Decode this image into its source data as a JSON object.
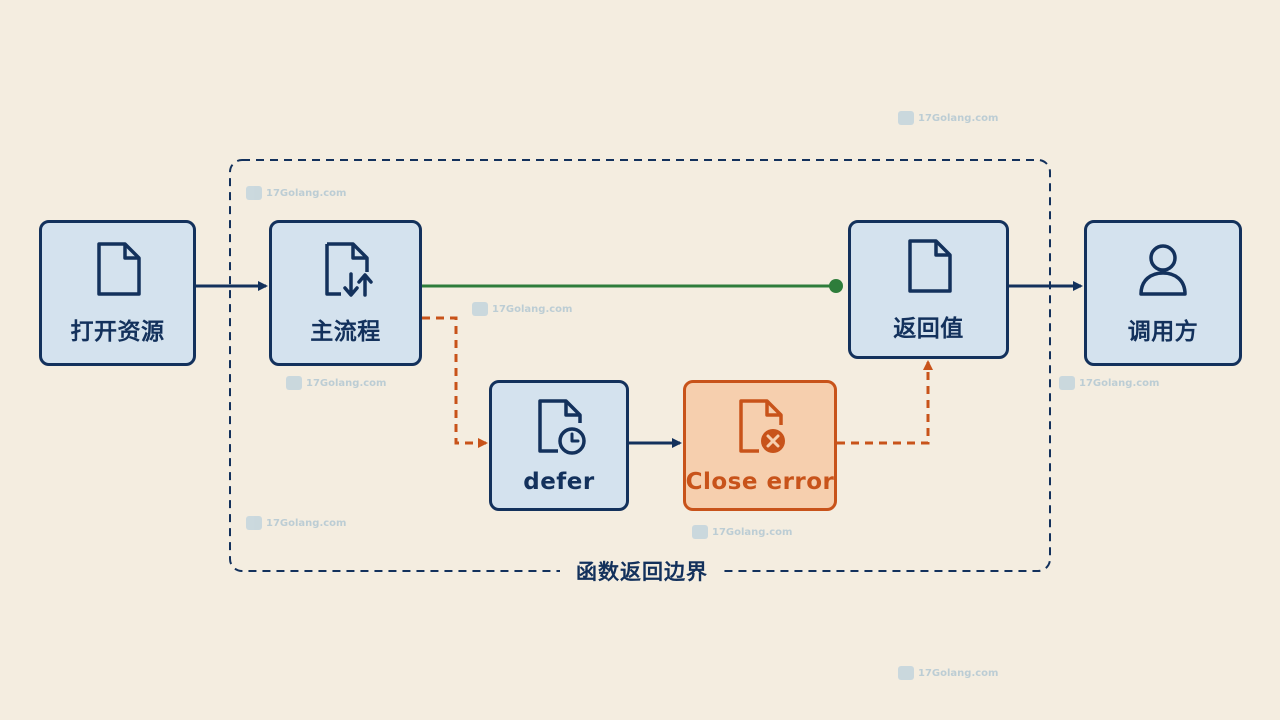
{
  "nodes": {
    "open": {
      "label": "打开资源",
      "icon": "document-icon"
    },
    "main": {
      "label": "主流程",
      "icon": "document-transfer-icon"
    },
    "ret": {
      "label": "返回值",
      "icon": "document-icon"
    },
    "caller": {
      "label": "调用方",
      "icon": "user-icon"
    },
    "defer": {
      "label": "defer",
      "icon": "document-clock-icon"
    },
    "close_error": {
      "label": "Close error",
      "icon": "document-error-icon"
    }
  },
  "boundary": {
    "label": "函数返回边界"
  },
  "watermark": {
    "text": "17Golang.com"
  },
  "colors": {
    "primary": "#13315c",
    "node_fill": "#d4e2ee",
    "error": "#c8531a",
    "error_fill": "#f6cfae",
    "success": "#2e7d3b",
    "background": "#f4ede0"
  }
}
